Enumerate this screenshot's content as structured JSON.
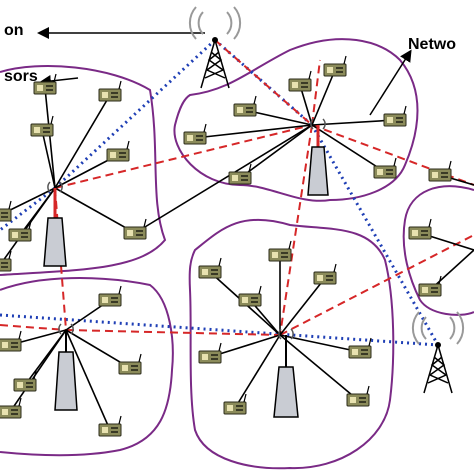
{
  "labels": {
    "top_left": "on",
    "left": "sors",
    "top_right": "Netwo"
  },
  "colors": {
    "cluster_boundary": "#7a2a86",
    "link": "#000000",
    "cluster_head_link": "#d62728",
    "gateway_link": "#1f3fb5",
    "sensor_body": "#8b8b5a",
    "base_station_fill": "#c9ccd3"
  },
  "icons": {
    "sensor": "sensor-node-icon",
    "cluster_head": "cluster-head-icon",
    "base_station": "base-station-tower-icon",
    "antenna_tower": "antenna-tower-icon"
  }
}
